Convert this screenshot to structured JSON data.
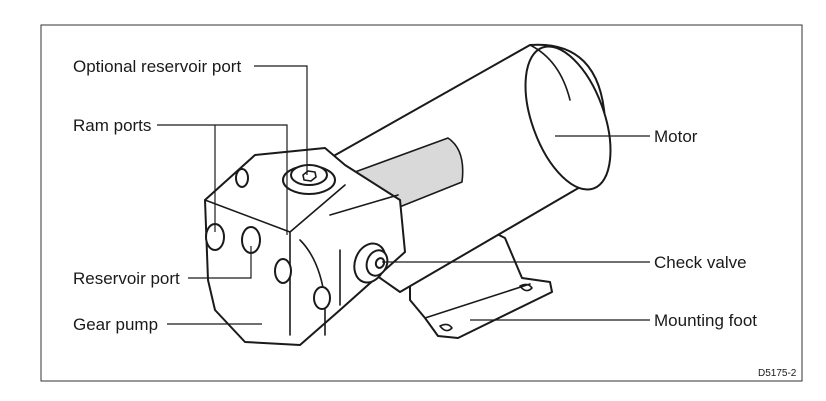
{
  "labels": {
    "optional_reservoir_port": "Optional reservoir port",
    "ram_ports": "Ram ports",
    "motor": "Motor",
    "check_valve": "Check valve",
    "reservoir_port": "Reservoir port",
    "mounting_foot": "Mounting foot",
    "gear_pump": "Gear pump"
  },
  "reference": "D5175-2"
}
